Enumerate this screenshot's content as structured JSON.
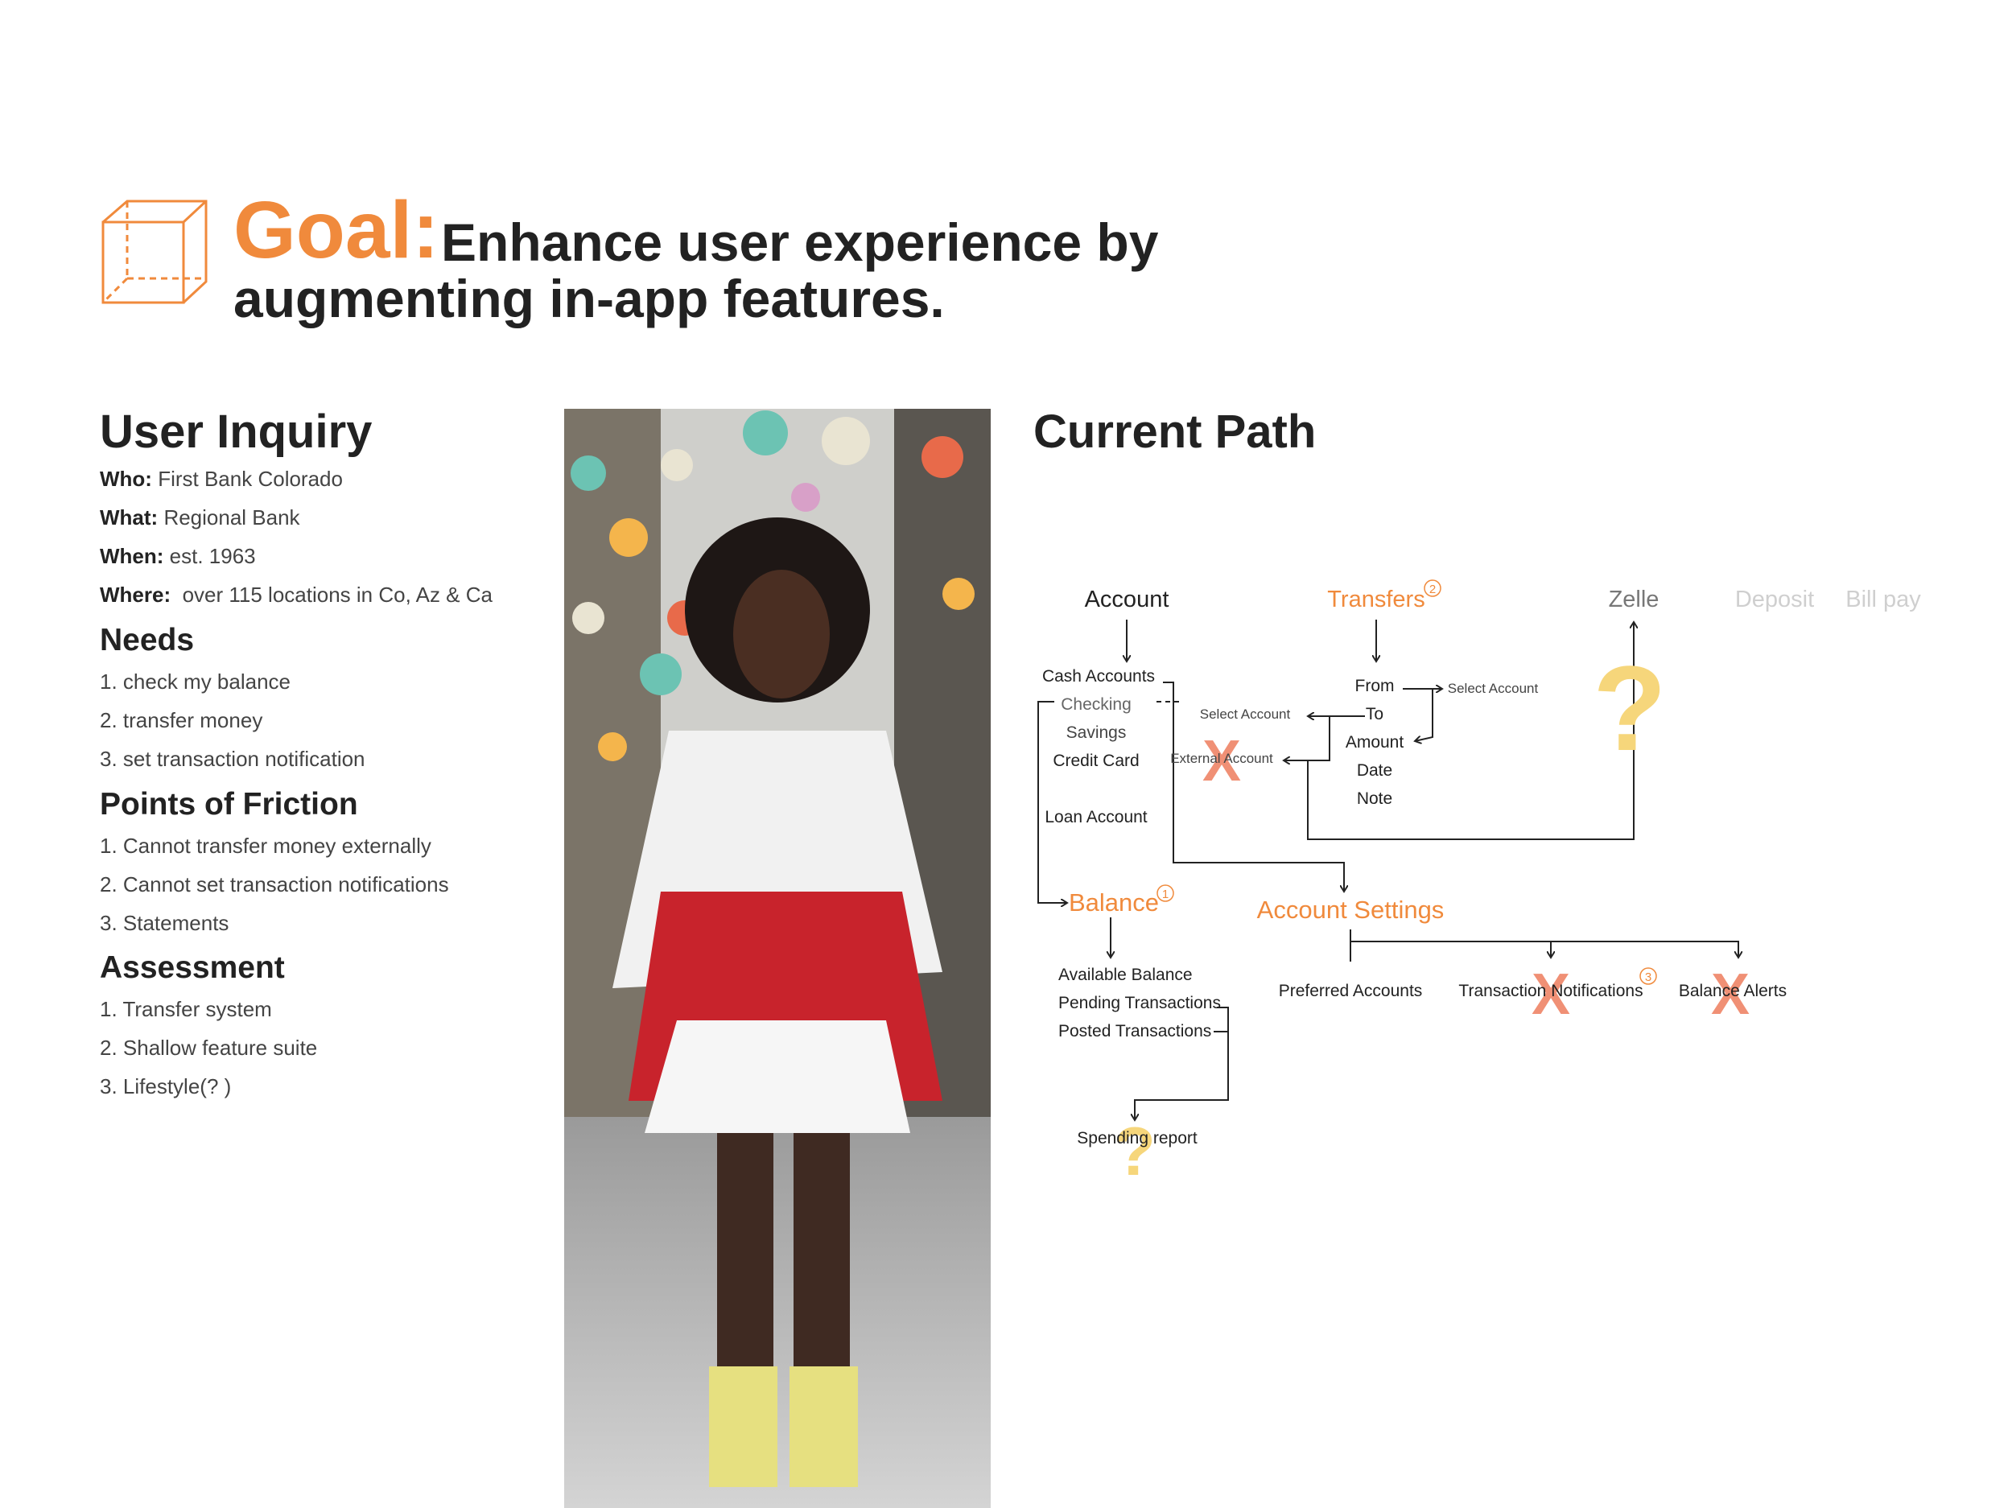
{
  "header": {
    "goal_label": "Goal:",
    "goal_line1": "Enhance user experience by",
    "goal_line2": "augmenting in-app features."
  },
  "user_inquiry": {
    "title": "User Inquiry",
    "items": [
      {
        "label": "Who:",
        "value": "First Bank Colorado"
      },
      {
        "label": "What:",
        "value": "Regional Bank"
      },
      {
        "label": "When:",
        "value": "est. 1963"
      },
      {
        "label": "Where:",
        "value": "over 115 locations in Co, Az & Ca"
      }
    ]
  },
  "needs": {
    "title": "Needs",
    "items": [
      "1. check my balance",
      "2. transfer money",
      "3. set transaction notification"
    ]
  },
  "friction": {
    "title": "Points of Friction",
    "items": [
      "1. Cannot transfer money externally",
      "2. Cannot set transaction notifications",
      "3. Statements"
    ]
  },
  "assessment": {
    "title": "Assessment",
    "items": [
      "1. Transfer system",
      "2. Shallow feature suite",
      "3. Lifestyle(? )"
    ]
  },
  "current_path": {
    "title": "Current Path",
    "top": {
      "account": "Account",
      "transfers": "Transfers",
      "zelle": "Zelle",
      "deposit": "Deposit",
      "billpay": "Bill pay"
    },
    "account_items": [
      "Cash Accounts",
      "Checking",
      "Savings",
      "Credit Card",
      "Loan Account"
    ],
    "transfer_items": [
      "From",
      "To",
      "Amount",
      "Date",
      "Note"
    ],
    "select_account": "Select Account",
    "external_account": "External Account",
    "balance": "Balance",
    "balance_items": [
      "Available Balance",
      "Pending Transactions",
      "Posted Transactions"
    ],
    "spending_report": "Spending report",
    "account_settings": "Account Settings",
    "settings_items": [
      "Preferred Accounts",
      "Transaction Notifications",
      "Balance Alerts"
    ],
    "badges": {
      "one": "1",
      "two": "2",
      "three": "3"
    },
    "x_mark": "X",
    "question": "?"
  },
  "colors": {
    "accent": "#f08a3c",
    "x_mark": "#ee7d5e",
    "question": "#f6d67b",
    "muted": "#bdbdbd"
  }
}
